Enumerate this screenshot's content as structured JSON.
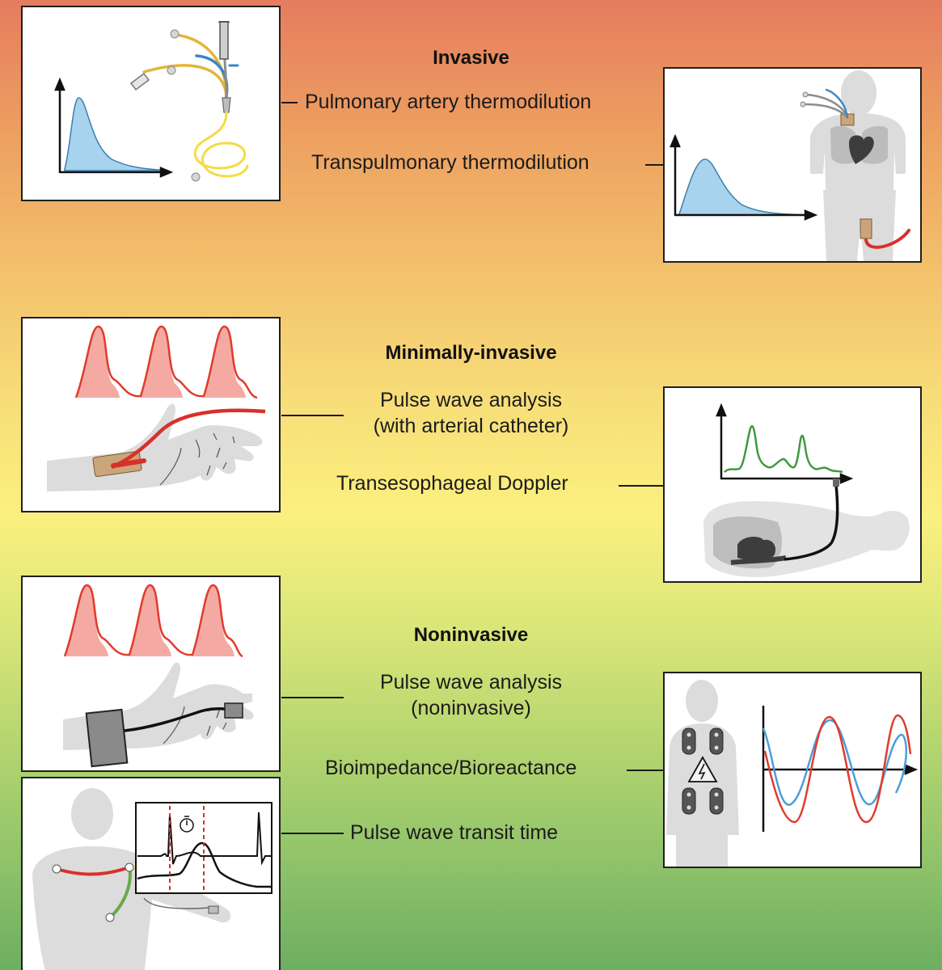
{
  "sections": {
    "invasive": {
      "heading": "Invasive",
      "methods": [
        "Pulmonary artery thermodilution",
        "Transpulmonary thermodilution"
      ]
    },
    "minimally_invasive": {
      "heading": "Minimally-invasive",
      "methods": [
        "Pulse wave analysis",
        "(with arterial catheter)",
        "Transesophageal Doppler"
      ]
    },
    "noninvasive": {
      "heading": "Noninvasive",
      "methods": [
        "Pulse wave analysis",
        "(noninvasive)",
        "Bioimpedance/Bioreactance",
        "Pulse wave transit time"
      ]
    }
  },
  "colors": {
    "gradient_top": "#e57c5f",
    "gradient_mid": "#fbf07f",
    "gradient_bottom": "#6dae60",
    "thermodilution_fill": "#a8d3ee",
    "arterial_wave": "#e03b2b",
    "arterial_fill": "#f4aaa3",
    "doppler_wave": "#3d9a3d",
    "impedance_blue": "#4a9fd8",
    "body_gray": "#d9d9d9"
  },
  "icons": [
    "thermodilution-catheter-icon",
    "body-torso-icon",
    "hand-icon",
    "esophageal-probe-icon",
    "bp-cuff-icon",
    "electrode-icon",
    "lightning-warning-icon",
    "stopwatch-icon"
  ]
}
